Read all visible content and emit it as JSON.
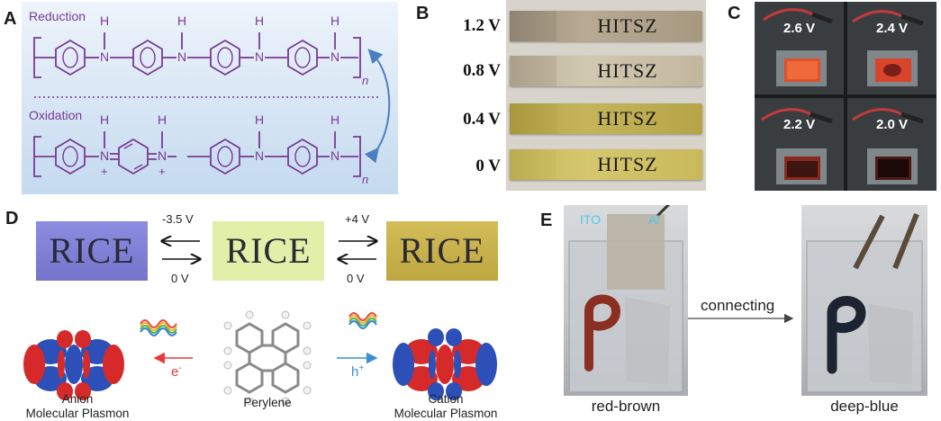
{
  "panel_a": {
    "letter": "A",
    "reduction_label": "Reduction",
    "oxidation_label": "Oxidation",
    "h_atom": "H",
    "n_atom": "N",
    "plus": "+",
    "subscript_n": "n"
  },
  "panel_b": {
    "letter": "B",
    "strips": [
      {
        "voltage": "1.2 V",
        "text": "HITSZ"
      },
      {
        "voltage": "0.8 V",
        "text": "HITSZ"
      },
      {
        "voltage": "0.4 V",
        "text": "HITSZ"
      },
      {
        "voltage": "0 V",
        "text": "HITSZ"
      }
    ]
  },
  "panel_c": {
    "letter": "C",
    "tiles": [
      {
        "voltage": "2.6 V"
      },
      {
        "voltage": "2.4 V"
      },
      {
        "voltage": "2.2 V"
      },
      {
        "voltage": "2.0 V"
      }
    ]
  },
  "panel_d": {
    "letter": "D",
    "word": "RICE",
    "left_top_voltage": "-3.5 V",
    "left_bottom_voltage": "0 V",
    "right_top_voltage": "+4 V",
    "right_bottom_voltage": "0 V",
    "electron_label": "e",
    "electron_sup": "-",
    "hole_label": "h",
    "hole_sup": "+",
    "anion_caption_line1": "Anion",
    "anion_caption_line2": "Molecular Plasmon",
    "perylene_caption": "Perylene",
    "cation_caption_line1": "Cation",
    "cation_caption_line2": "Molecular Plasmon"
  },
  "panel_e": {
    "letter": "E",
    "ito_label": "ITO",
    "al_label": "Al",
    "connecting_label": "connecting",
    "left_caption": "red-brown",
    "right_caption": "deep-blue",
    "glyph": "P"
  },
  "colors": {
    "panel_a_bg": "#d6e6f4",
    "polymer_purple": "#7a3a96",
    "cycle_arrow": "#4a7fc0",
    "rice_blue": "#7f7fd6",
    "rice_neutral": "#e2efa9",
    "rice_gold": "#c9b34a",
    "electron_red": "#e63a3a",
    "hole_blue": "#3a8fd6",
    "ito_text": "#4fc8e8",
    "p_red_brown": "#8a2f22",
    "p_deep_blue": "#1b2430"
  }
}
